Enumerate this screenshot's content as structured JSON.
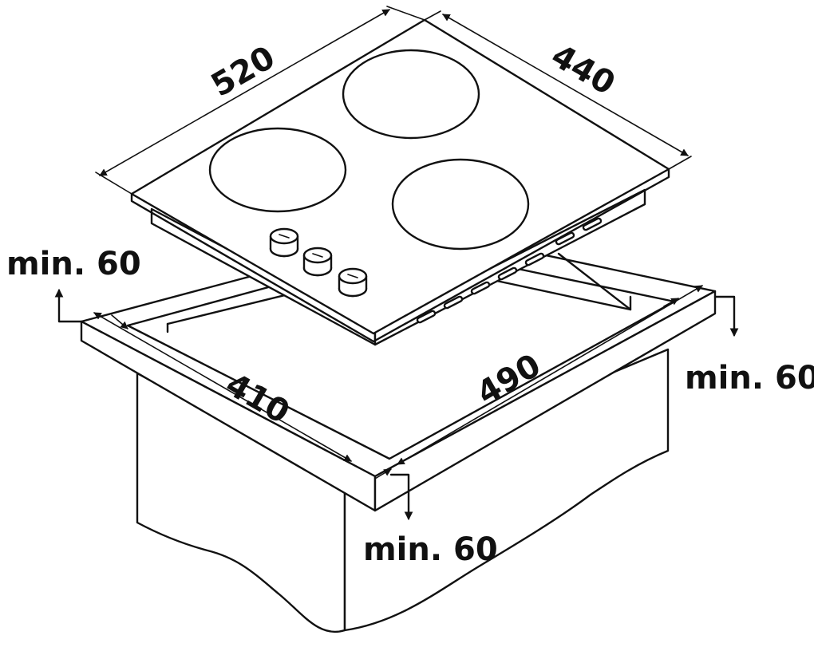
{
  "dimensions": {
    "hob_width": "520",
    "hob_depth": "440",
    "cutout_width": "410",
    "cutout_depth": "490"
  },
  "clearances": {
    "left": "min. 60",
    "right": "min. 60",
    "front": "min. 60"
  },
  "colors": {
    "line": "#111111",
    "background": "#ffffff"
  }
}
